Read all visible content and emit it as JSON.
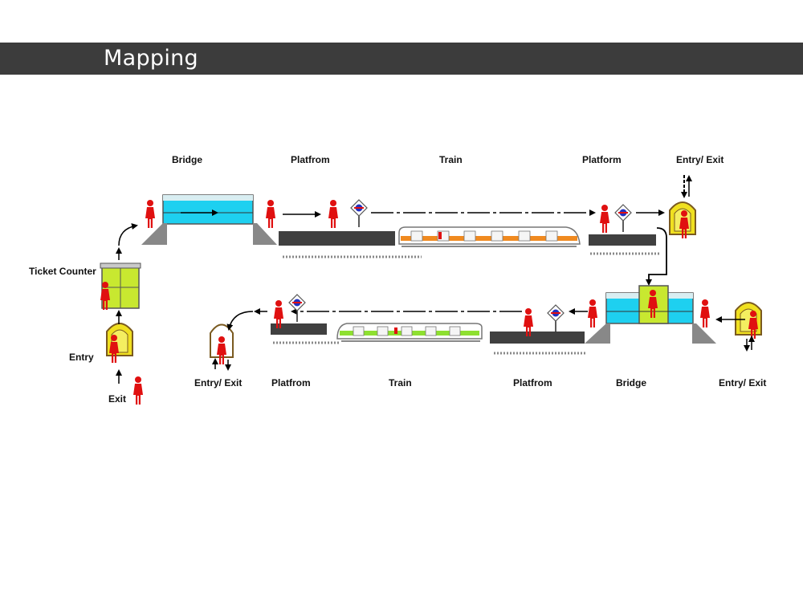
{
  "header": {
    "title": "Mapping"
  },
  "labels": {
    "top_bridge": "Bridge",
    "top_platform_1": "Platfrom",
    "top_train": "Train",
    "top_platform_2": "Platform",
    "top_entry_exit": "Entry/ Exit",
    "ticket_counter": "Ticket Counter",
    "entry": "Entry",
    "exit": "Exit",
    "bottom_entry_exit_left": "Entry/ Exit",
    "bottom_platform_1": "Platfrom",
    "bottom_train": "Train",
    "bottom_platform_2": "Platfrom",
    "bottom_bridge": "Bridge",
    "bottom_entry_exit_right": "Entry/ Exit"
  },
  "colors": {
    "title_bar": "#3c3c3c",
    "person": "#e01010",
    "bridge_cyan": "#1ed0f0",
    "booth_yellow": "#f0e020",
    "counter_lime": "#c8e830",
    "platform_dark": "#404040",
    "train_orange": "#f08a20",
    "train_green": "#8ee030"
  }
}
